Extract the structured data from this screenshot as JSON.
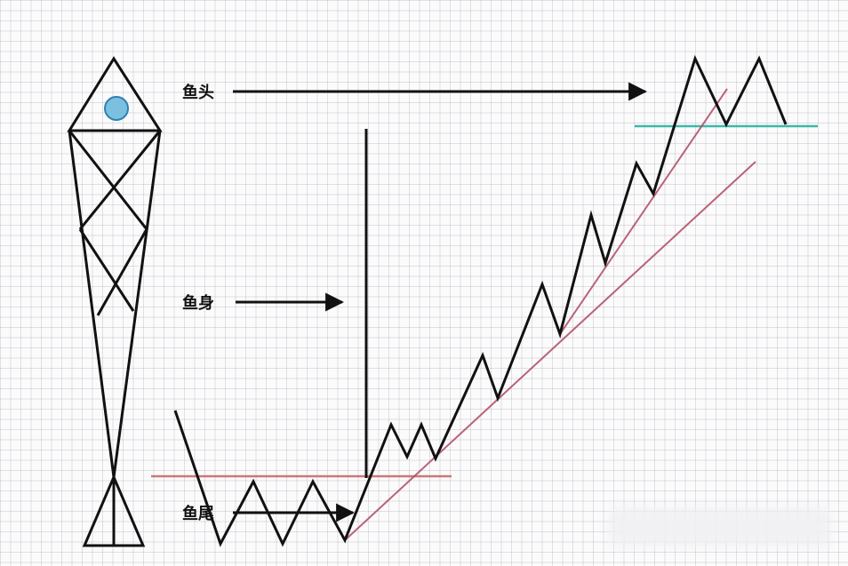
{
  "labels": {
    "head": "鱼头",
    "body": "鱼身",
    "tail": "鱼尾"
  },
  "colors": {
    "line": "#111111",
    "head_circle": "#7cc0e0",
    "head_circle_stroke": "#2f7fb0",
    "support_line": "#c86a6a",
    "trend_line": "#b04a60",
    "resistance_line": "#3cb8a8"
  }
}
